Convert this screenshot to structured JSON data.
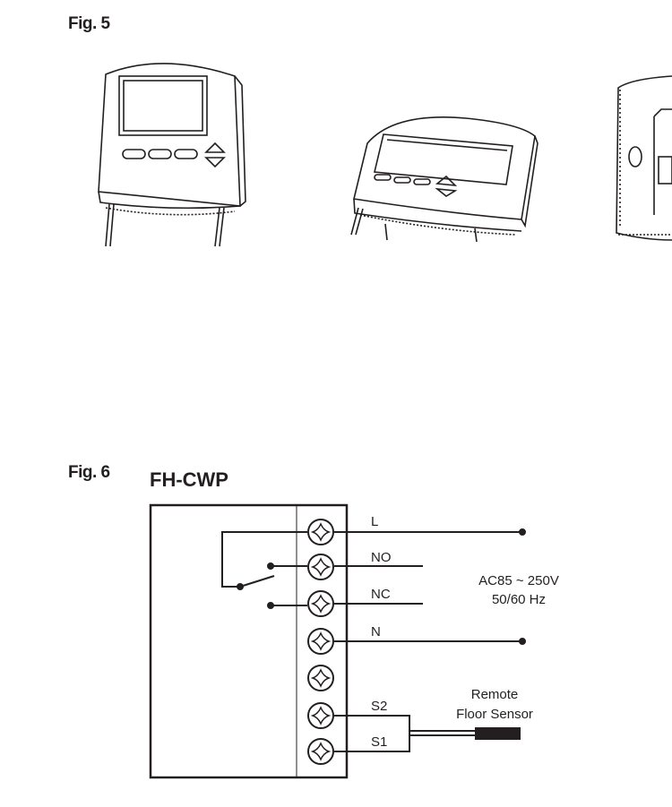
{
  "fig5": {
    "label": "Fig. 5"
  },
  "fig6": {
    "label": "Fig. 6",
    "model": "FH-CWP",
    "terminals": [
      "L",
      "NO",
      "NC",
      "N",
      "",
      "S2",
      "S1"
    ],
    "supply_line1": "AC85 ~ 250V",
    "supply_line2": "50/60 Hz",
    "sensor_line1": "Remote",
    "sensor_line2": "Floor Sensor"
  }
}
